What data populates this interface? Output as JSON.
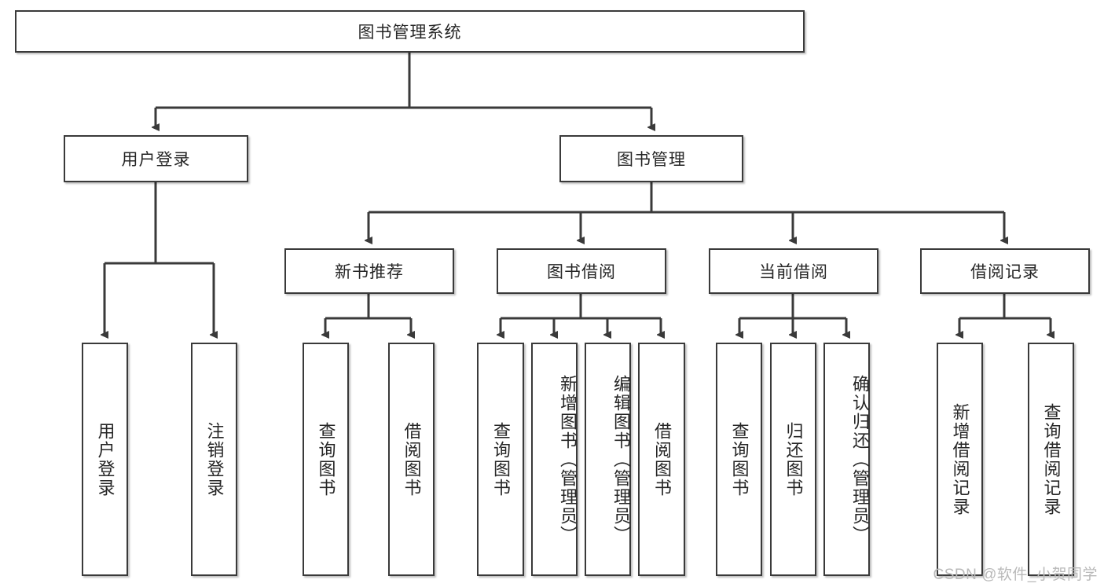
{
  "diagram": {
    "type": "hierarchy-tree",
    "title": "图书管理系统",
    "watermark": "CSDN @软件_小贺同学",
    "colors": {
      "box_border": "#3a3a3a",
      "box_fill": "#ffffff",
      "connector": "#3a3a3a",
      "text": "#262626",
      "watermark": "#b9b9b9"
    },
    "root": {
      "label": "图书管理系统"
    },
    "level2": [
      {
        "label": "用户登录"
      },
      {
        "label": "图书管理"
      }
    ],
    "level3": [
      {
        "label": "新书推荐"
      },
      {
        "label": "图书借阅"
      },
      {
        "label": "当前借阅"
      },
      {
        "label": "借阅记录"
      }
    ],
    "leaves": {
      "user_login": [
        {
          "label": "用户登录"
        },
        {
          "label": "注销登录"
        }
      ],
      "new_book_recommend": [
        {
          "label": "查询图书"
        },
        {
          "label": "借阅图书"
        }
      ],
      "book_borrow": [
        {
          "label": "查询图书"
        },
        {
          "label": "新增图书（管理员）"
        },
        {
          "label": "编辑图书（管理员）"
        },
        {
          "label": "借阅图书"
        }
      ],
      "current_borrow": [
        {
          "label": "查询图书"
        },
        {
          "label": "归还图书"
        },
        {
          "label": "确认归还（管理员）"
        }
      ],
      "borrow_records": [
        {
          "label": "新增借阅记录"
        },
        {
          "label": "查询借阅记录"
        }
      ]
    }
  }
}
